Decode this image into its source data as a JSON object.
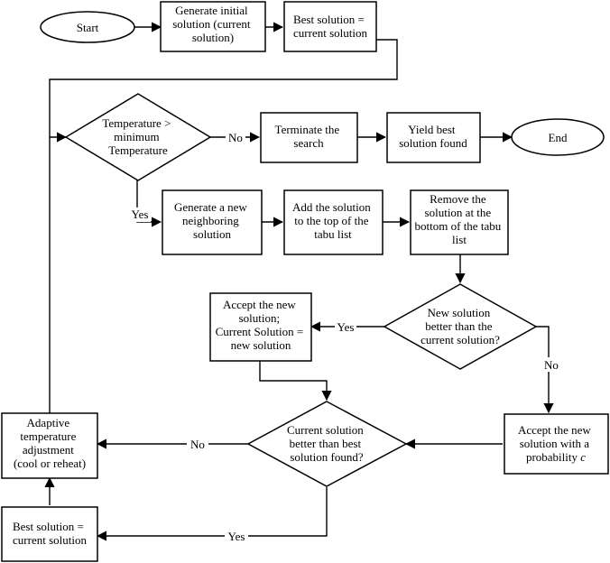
{
  "nodes": {
    "start": {
      "lines": [
        "Start"
      ]
    },
    "gen_initial": {
      "lines": [
        "Generate initial",
        "solution (current",
        "solution)"
      ]
    },
    "best_eq_current_top": {
      "lines": [
        "Best solution =",
        "current solution"
      ]
    },
    "temp_check": {
      "lines": [
        "Temperature >",
        "minimum",
        "Temperature"
      ]
    },
    "terminate": {
      "lines": [
        "Terminate the",
        "search"
      ]
    },
    "yield_best": {
      "lines": [
        "Yield best",
        "solution found"
      ]
    },
    "end": {
      "lines": [
        "End"
      ]
    },
    "gen_neighbor": {
      "lines": [
        "Generate a new",
        "neighboring",
        "solution"
      ]
    },
    "add_tabu": {
      "lines": [
        "Add the solution",
        "to the top of the",
        "tabu list"
      ]
    },
    "remove_tabu": {
      "lines": [
        "Remove the",
        "solution at the",
        "bottom of the tabu",
        "list"
      ]
    },
    "new_better": {
      "lines": [
        "New solution",
        "better than the",
        "current solution?"
      ]
    },
    "accept_new": {
      "lines": [
        "Accept the new",
        "solution;",
        "Current Solution =",
        "new solution"
      ]
    },
    "current_better_best": {
      "lines": [
        "Current solution",
        "better than best",
        "solution found?"
      ]
    },
    "accept_prob": {
      "lines": [
        "Accept the new",
        "solution with a",
        "probability "
      ],
      "italic_suffix": "c"
    },
    "adaptive_temp": {
      "lines": [
        "Adaptive",
        "temperature",
        "adjustment",
        "(cool or reheat)"
      ]
    },
    "best_eq_current_bottom": {
      "lines": [
        "Best solution =",
        "current solution"
      ]
    }
  },
  "edge_labels": {
    "no_terminate": "No",
    "yes_neighbor": "Yes",
    "yes_accept": "Yes",
    "no_probability": "No",
    "no_adaptive": "No",
    "yes_best": "Yes"
  }
}
